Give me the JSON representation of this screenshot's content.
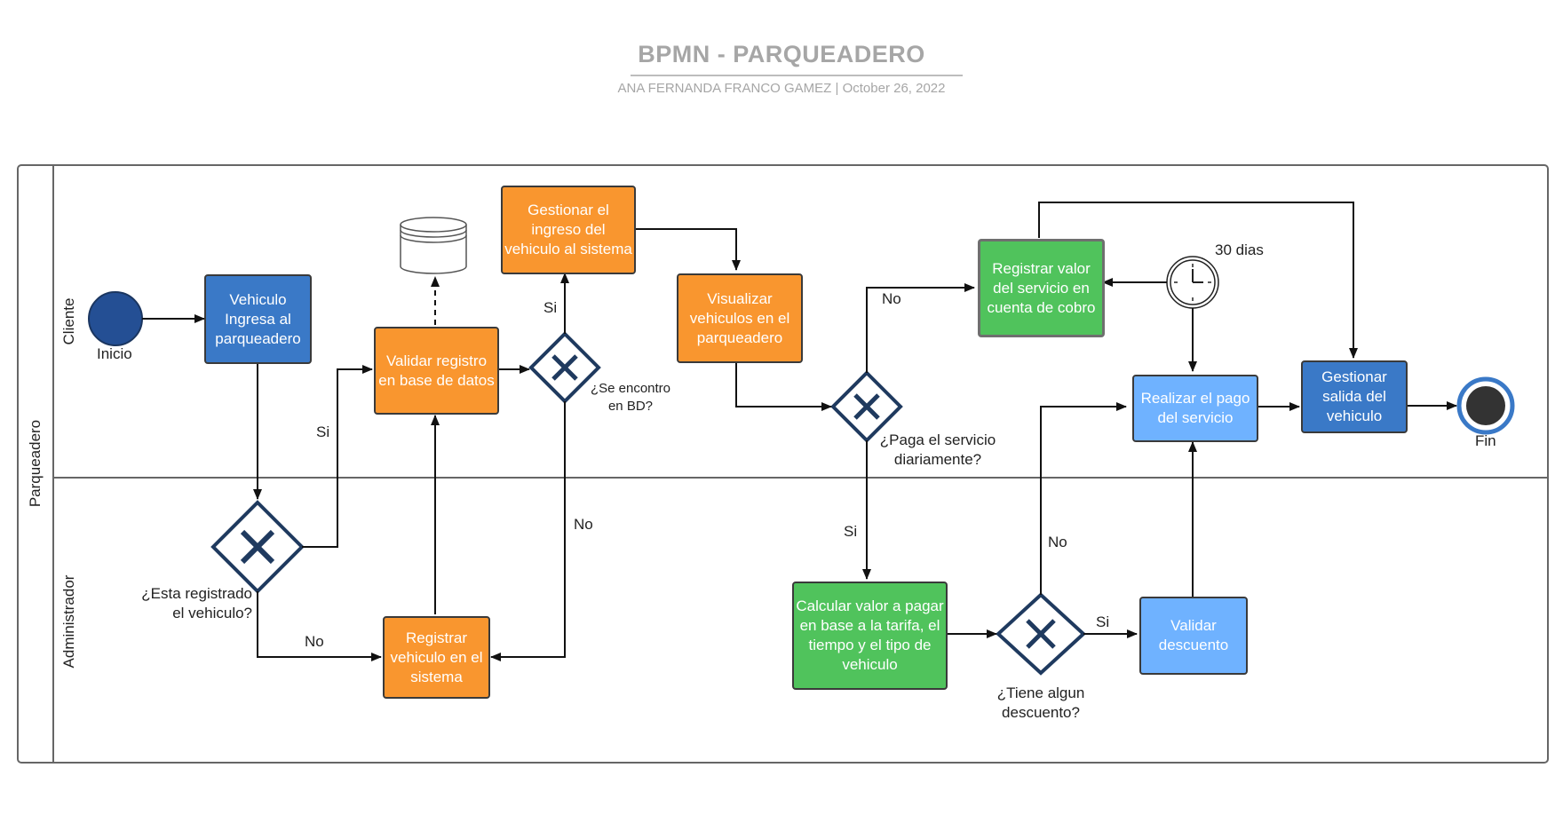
{
  "header": {
    "title": "BPMN - PARQUEADERO",
    "subtitle": "ANA FERNANDA FRANCO GAMEZ  |  October 26, 2022"
  },
  "pool": {
    "label": "Parqueadero"
  },
  "lanes": {
    "cliente": "Cliente",
    "administrador": "Administrador"
  },
  "events": {
    "start": "Inicio",
    "end": "Fin",
    "timer": "30 dias"
  },
  "tasks": {
    "vehiculo_ingresa": "Vehiculo Ingresa al parqueadero",
    "validar_registro": "Validar registro en base de datos",
    "gestionar_ingreso": "Gestionar el ingreso del vehiculo al sistema",
    "visualizar": "Visualizar vehiculos en el parqueadero",
    "registrar_valor": "Registrar valor del servicio en cuenta de cobro",
    "realizar_pago": "Realizar el pago del servicio",
    "gestionar_salida": "Gestionar salida del vehiculo",
    "registrar_vehiculo": "Registrar vehiculo en el sistema",
    "calcular_valor": "Calcular valor a pagar en base a la tarifa, el tiempo y el tipo de vehiculo",
    "validar_descuento": "Validar descuento"
  },
  "gateways": {
    "esta_registrado": "¿Esta registrado el vehiculo?",
    "se_encontro": "¿Se encontro en BD?",
    "paga_diario": "¿Paga el servicio diariamente?",
    "tiene_descuento": "¿Tiene algun descuento?"
  },
  "flow_labels": {
    "si_registrado": "Si",
    "no_registrado": "No",
    "si_encontro": "Si",
    "no_encontro": "No",
    "no_paga": "No",
    "si_paga": "Si",
    "no_descuento": "No",
    "si_descuento": "Si"
  },
  "colors": {
    "dark_blue": "#3a79c7",
    "light_blue": "#6fb2ff",
    "orange": "#f9962f",
    "green": "#50c35c",
    "gateway_stroke": "#1f3a5f"
  }
}
